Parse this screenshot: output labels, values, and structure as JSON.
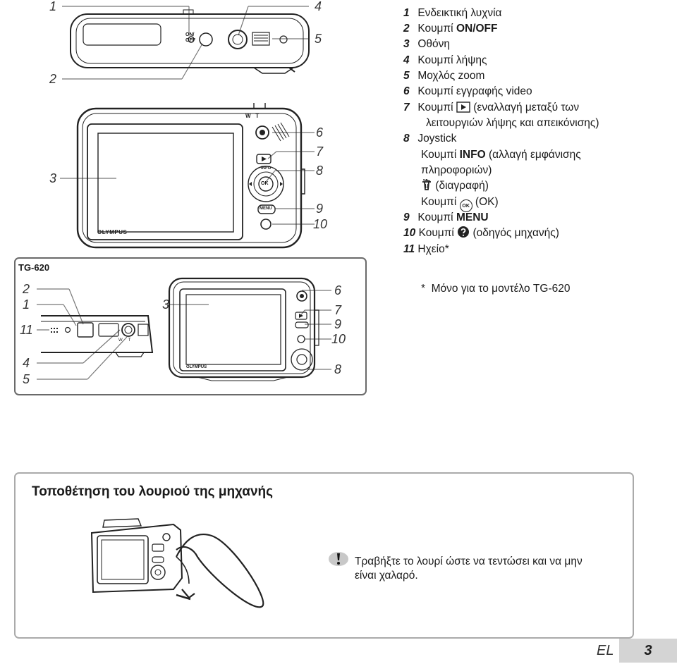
{
  "callouts": {
    "n1": "1",
    "n2": "2",
    "n3": "3",
    "n4": "4",
    "n5": "5",
    "n6": "6",
    "n7": "7",
    "n8": "8",
    "n9": "9",
    "n10": "10",
    "tg_n2": "2",
    "tg_n1": "1",
    "tg_n11": "11",
    "tg_n3": "3",
    "tg_n4": "4",
    "tg_n5": "5",
    "tg_n6": "6",
    "tg_n7": "7",
    "tg_n9": "9",
    "tg_n10": "10",
    "tg_n8": "8"
  },
  "camera_marks": {
    "on_off_1": "ON/",
    "on_off_2": "OFF",
    "zoom": "W   T",
    "info": "INFO",
    "ok": "OK",
    "menu": "MENU",
    "brand": "OLYMPUS",
    "tg_zoom": "W     T"
  },
  "tg_label": "TG-620",
  "parts": [
    {
      "n": "1",
      "text": "Ενδεικτική λυχνία"
    },
    {
      "n": "2",
      "pre": "Κουμπί ",
      "bold": "ON/OFF"
    },
    {
      "n": "3",
      "text": "Οθόνη"
    },
    {
      "n": "4",
      "text": "Κουμπί λήψης"
    },
    {
      "n": "5",
      "text": "Μοχλός zoom"
    },
    {
      "n": "6",
      "text": "Κουμπί εγγραφής video"
    },
    {
      "n": "7",
      "pre": "Κουμπί ",
      "post": " (εναλλαγή μεταξύ των",
      "cont": "λειτουργιών λήψης και απεικόνισης)",
      "icon": "play-icon"
    },
    {
      "n": "8",
      "text": "Joystick"
    },
    {
      "pre": "Κουμπί ",
      "bold": "INFO",
      "post": " (αλλαγή εμφάνισης"
    },
    {
      "text": "πληροφοριών)"
    },
    {
      "post": " (διαγραφή)",
      "icon": "trash-icon"
    },
    {
      "pre": "Κουμπί ",
      "post": " (OK)",
      "icon": "ok-icon",
      "icon_text": "OK"
    },
    {
      "n": "9",
      "pre": "Κουμπί ",
      "bold": "MENU"
    },
    {
      "n": "10",
      "pre": "Κουμπί ",
      "post": " (οδηγός μηχανής)",
      "icon": "help-icon"
    },
    {
      "n": "11",
      "text": "Ηχείο*"
    }
  ],
  "footnote": "*  Μόνο για το μοντέλο TG-620",
  "strap": {
    "title": "Τοποθέτηση του λουριού της μηχανής",
    "caution_line1": "Τραβήξτε το λουρί ώστε να τεντώσει και να μην",
    "caution_line2": "είναι χαλαρό.",
    "caution_icon": "caution-icon"
  },
  "footer": {
    "lang": "EL",
    "page": "3"
  }
}
